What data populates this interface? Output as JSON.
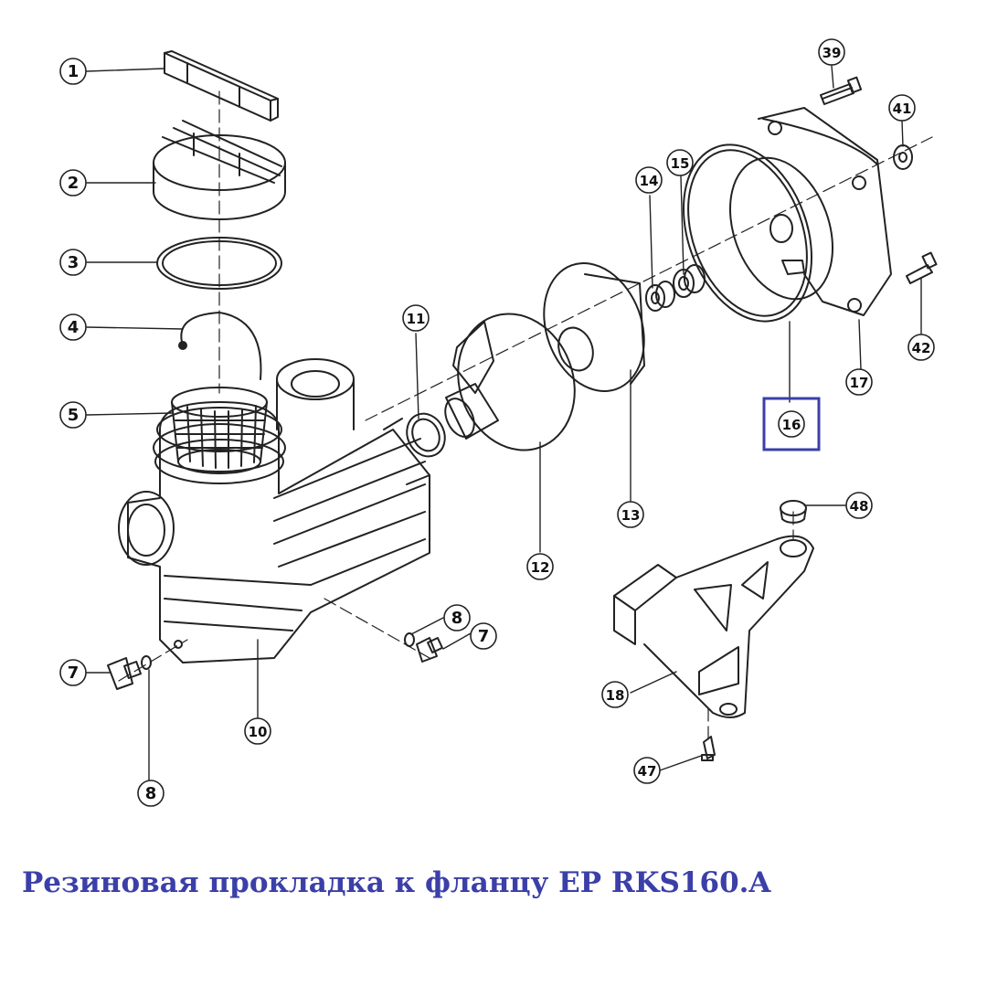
{
  "diagram": {
    "highlight_color": "#3b3fa8",
    "callouts": [
      {
        "id": "c1",
        "label": "1"
      },
      {
        "id": "c2",
        "label": "2"
      },
      {
        "id": "c3",
        "label": "3"
      },
      {
        "id": "c4",
        "label": "4"
      },
      {
        "id": "c5",
        "label": "5"
      },
      {
        "id": "c7a",
        "label": "7"
      },
      {
        "id": "c7b",
        "label": "7"
      },
      {
        "id": "c8a",
        "label": "8"
      },
      {
        "id": "c8b",
        "label": "8"
      },
      {
        "id": "c10",
        "label": "10"
      },
      {
        "id": "c11",
        "label": "11"
      },
      {
        "id": "c12",
        "label": "12"
      },
      {
        "id": "c13",
        "label": "13"
      },
      {
        "id": "c14",
        "label": "14"
      },
      {
        "id": "c15",
        "label": "15"
      },
      {
        "id": "c16",
        "label": "16",
        "highlighted": true
      },
      {
        "id": "c17",
        "label": "17"
      },
      {
        "id": "c18",
        "label": "18"
      },
      {
        "id": "c39",
        "label": "39"
      },
      {
        "id": "c41",
        "label": "41"
      },
      {
        "id": "c42",
        "label": "42"
      },
      {
        "id": "c47",
        "label": "47"
      },
      {
        "id": "c48",
        "label": "48"
      }
    ]
  },
  "caption": {
    "text": "Резиновая прокладка к фланцу EP RKS160.A"
  }
}
